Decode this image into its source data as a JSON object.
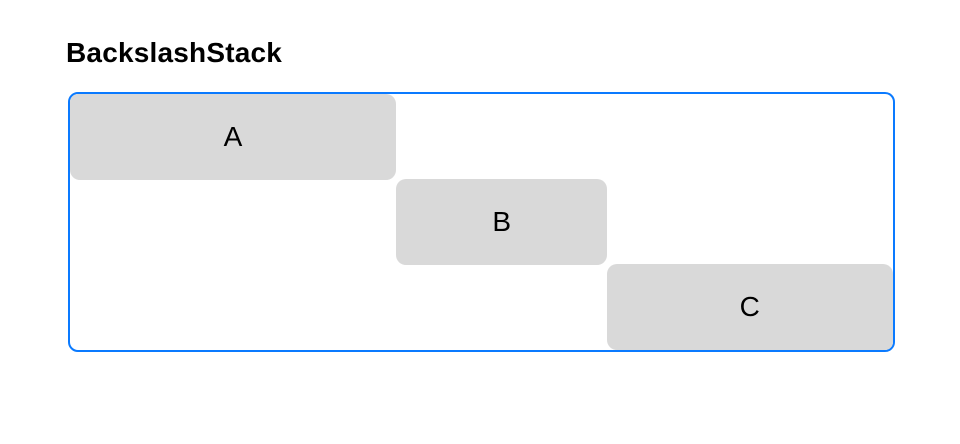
{
  "title": "BackslashStack",
  "stack": {
    "border_color": "#0a7aff",
    "box_color": "#d9d9d9",
    "items": [
      {
        "label": "A"
      },
      {
        "label": "B"
      },
      {
        "label": "C"
      }
    ]
  }
}
